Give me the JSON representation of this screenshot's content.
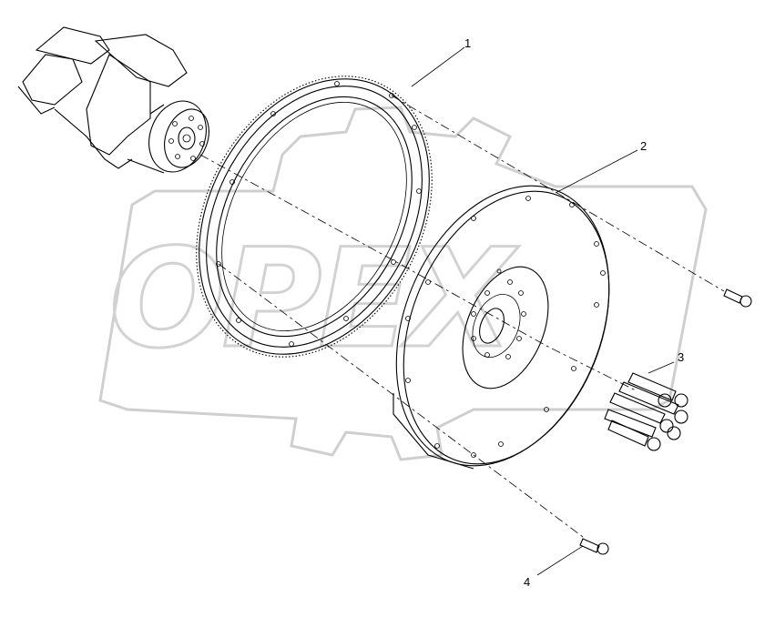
{
  "watermark": {
    "text": "OPEX"
  },
  "callouts": [
    {
      "id": "1",
      "label": "1"
    },
    {
      "id": "2",
      "label": "2"
    },
    {
      "id": "3",
      "label": "3"
    },
    {
      "id": "4",
      "label": "4"
    }
  ],
  "colors": {
    "line": "#000000",
    "watermark": "#d0d0d0",
    "background": "#ffffff"
  }
}
